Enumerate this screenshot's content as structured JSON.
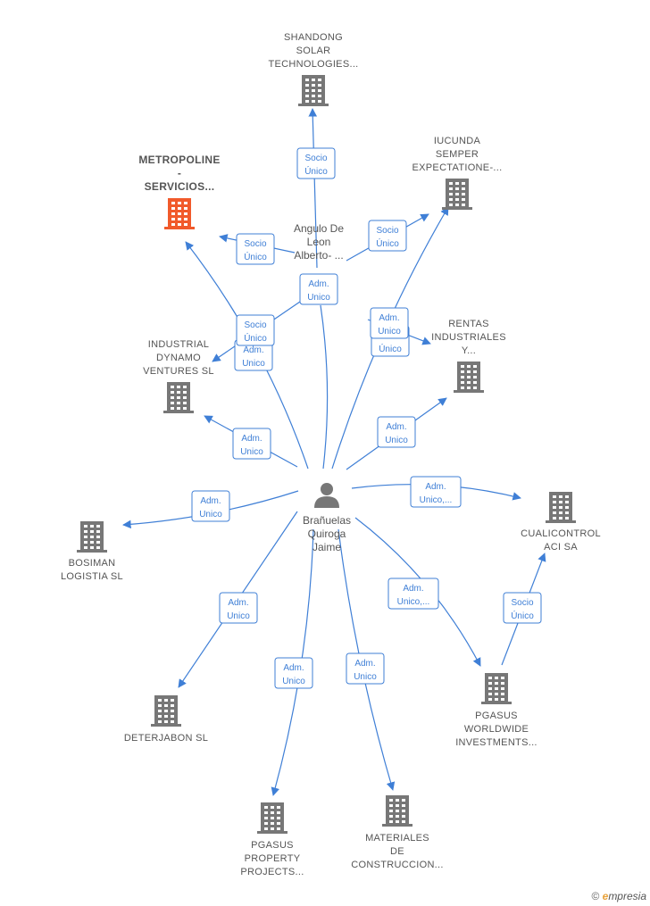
{
  "colors": {
    "edge": "#3f7fd6",
    "company": "#777777",
    "highlight": "#f15a2b",
    "person": "#777777",
    "label": "#555555"
  },
  "people": [
    {
      "id": "p_jaime",
      "lines": [
        "Brañuelas",
        "Quiroga",
        "Jaime"
      ],
      "icon": "person-icon"
    },
    {
      "id": "p_alberto",
      "lines": [
        "Angulo De",
        "Leon",
        "Alberto- ..."
      ],
      "icon": "person-icon"
    }
  ],
  "companies": [
    {
      "id": "c_shandong",
      "lines": [
        "SHANDONG",
        "SOLAR",
        "TECHNOLOGIES..."
      ],
      "icon": "building-icon"
    },
    {
      "id": "c_iucunda",
      "lines": [
        "IUCUNDA",
        "SEMPER",
        "EXPECTATIONE-..."
      ],
      "icon": "building-icon"
    },
    {
      "id": "c_metropoline",
      "lines": [
        "METROPOLINE",
        "-",
        "SERVICIOS..."
      ],
      "icon": "building-icon",
      "highlight": true
    },
    {
      "id": "c_industrial",
      "lines": [
        "INDUSTRIAL",
        "DYNAMO",
        "VENTURES  SL"
      ],
      "icon": "building-icon"
    },
    {
      "id": "c_rentas",
      "lines": [
        "RENTAS",
        "INDUSTRIALES",
        "Y..."
      ],
      "icon": "building-icon"
    },
    {
      "id": "c_bosiman",
      "lines": [
        "BOSIMAN",
        "LOGISTIA  SL"
      ],
      "icon": "building-icon"
    },
    {
      "id": "c_cualicontrol",
      "lines": [
        "CUALICONTROL",
        "ACI SA"
      ],
      "icon": "building-icon"
    },
    {
      "id": "c_deterjabon",
      "lines": [
        "DETERJABON SL"
      ],
      "icon": "building-icon"
    },
    {
      "id": "c_pgasus_ww",
      "lines": [
        "PGASUS",
        "WORLDWIDE",
        "INVESTMENTS..."
      ],
      "icon": "building-icon"
    },
    {
      "id": "c_pgasus_pp",
      "lines": [
        "PGASUS",
        "PROPERTY",
        "PROJECTS..."
      ],
      "icon": "building-icon"
    },
    {
      "id": "c_materiales",
      "lines": [
        "MATERIALES",
        "DE",
        "CONSTRUCCION..."
      ],
      "icon": "building-icon"
    }
  ],
  "edges": [
    {
      "from": "p_alberto",
      "to": "c_shandong",
      "lines": [
        "Socio",
        "Único"
      ]
    },
    {
      "from": "p_alberto",
      "to": "c_iucunda",
      "lines": [
        "Socio",
        "Único"
      ]
    },
    {
      "from": "p_alberto",
      "to": "c_metropoline",
      "lines": [
        "Socio",
        "Único"
      ]
    },
    {
      "from": "p_alberto",
      "to": "c_industrial",
      "lines": [
        "Adm.",
        "Unico"
      ]
    },
    {
      "from": "p_alberto",
      "to": "c_rentas",
      "lines": [
        "Socio",
        "Único"
      ]
    },
    {
      "from": "p_jaime",
      "to": "c_metropoline",
      "lines": [
        "Socio",
        "Único"
      ]
    },
    {
      "from": "p_jaime",
      "to": "c_industrial",
      "lines": [
        "Adm.",
        "Unico"
      ]
    },
    {
      "from": "p_jaime",
      "to": "c_iucunda",
      "lines": [
        "Adm.",
        "Unico"
      ]
    },
    {
      "from": "p_jaime",
      "to": "c_rentas",
      "lines": [
        "Adm.",
        "Unico"
      ]
    },
    {
      "from": "p_jaime",
      "to": "c_bosiman",
      "lines": [
        "Adm.",
        "Unico"
      ]
    },
    {
      "from": "p_jaime",
      "to": "c_cualicontrol",
      "lines": [
        "Adm.",
        "Unico,..."
      ]
    },
    {
      "from": "p_jaime",
      "to": "c_deterjabon",
      "lines": [
        "Adm.",
        "Unico"
      ]
    },
    {
      "from": "p_jaime",
      "to": "c_pgasus_pp",
      "lines": [
        "Adm.",
        "Unico"
      ]
    },
    {
      "from": "p_jaime",
      "to": "c_materiales",
      "lines": [
        "Adm.",
        "Unico"
      ]
    },
    {
      "from": "p_jaime",
      "to": "c_pgasus_ww",
      "lines": [
        "Adm.",
        "Unico,..."
      ]
    },
    {
      "from": "p_jaime",
      "to": "p_alberto",
      "lines": [
        "Adm.",
        "Unico"
      ]
    },
    {
      "from": "c_pgasus_ww",
      "to": "c_cualicontrol",
      "lines": [
        "Socio",
        "Único"
      ]
    }
  ],
  "footer": {
    "copyright": "©",
    "brand_first": "e",
    "brand_rest": "mpresia"
  }
}
